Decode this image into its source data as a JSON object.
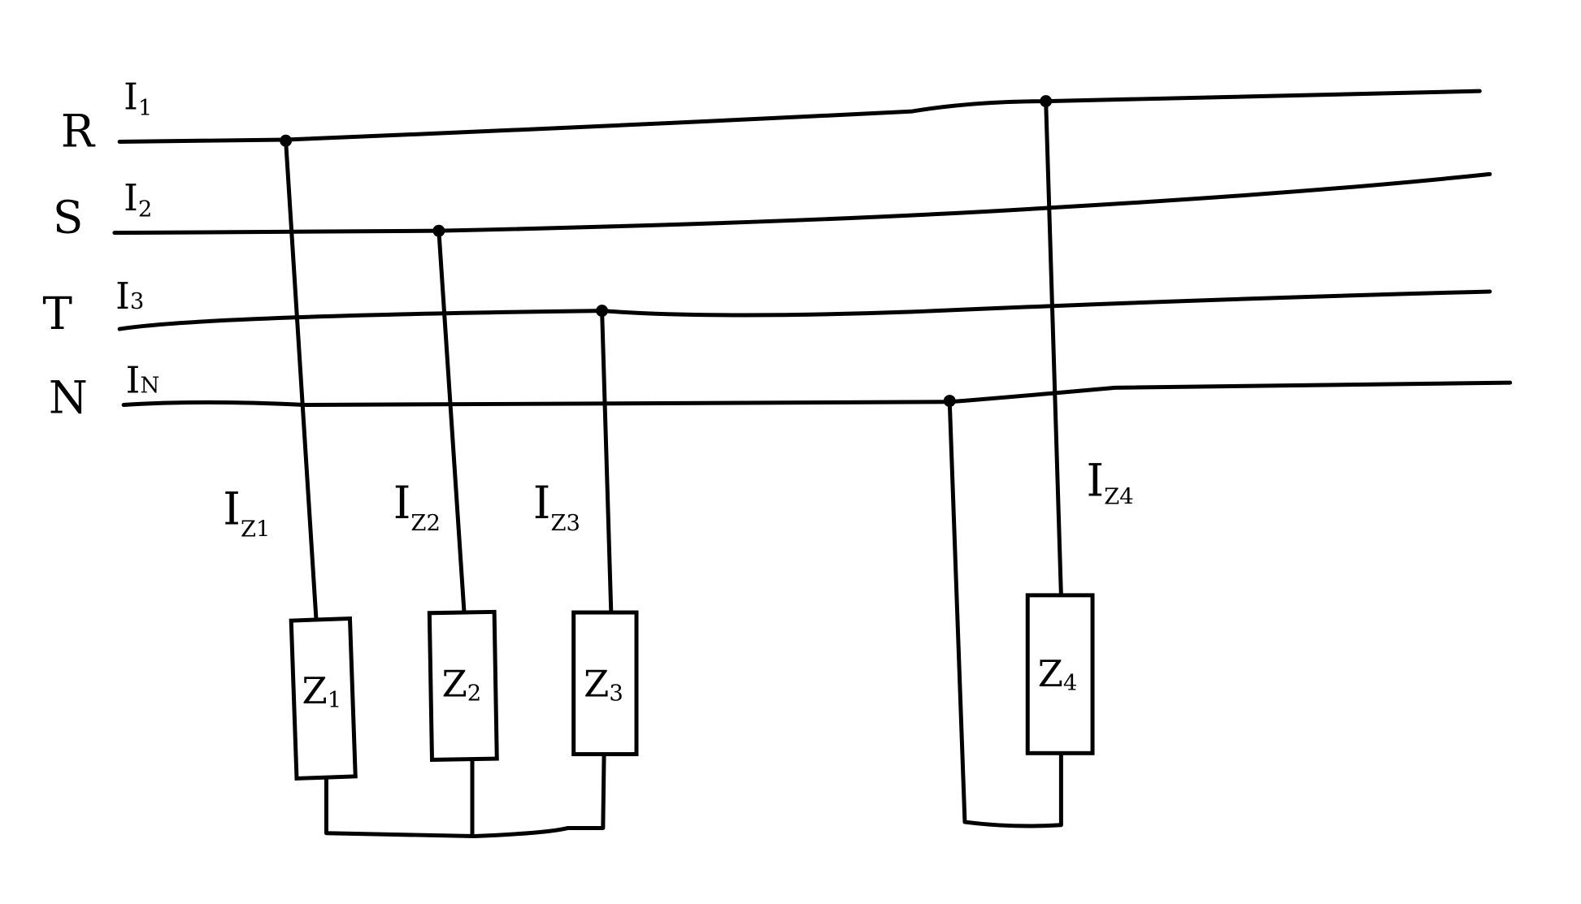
{
  "diagram": {
    "title": "Three-phase four-wire network with single-phase loads",
    "colors": {
      "ink": "#000000",
      "background": "#ffffff"
    },
    "conductors": [
      {
        "name": "R",
        "current": "I",
        "current_sub": "1"
      },
      {
        "name": "S",
        "current": "I",
        "current_sub": "2"
      },
      {
        "name": "T",
        "current": "I",
        "current_sub": "3"
      },
      {
        "name": "N",
        "current": "I",
        "current_sub": "N"
      }
    ],
    "loads": [
      {
        "label": "Z",
        "label_sub": "1",
        "current": "I",
        "current_sub": "Z1",
        "phase": "R"
      },
      {
        "label": "Z",
        "label_sub": "2",
        "current": "I",
        "current_sub": "Z2",
        "phase": "S"
      },
      {
        "label": "Z",
        "label_sub": "3",
        "current": "I",
        "current_sub": "Z3",
        "phase": "T"
      },
      {
        "label": "Z",
        "label_sub": "4",
        "current": "I",
        "current_sub": "Z4",
        "phase": "R"
      }
    ]
  }
}
